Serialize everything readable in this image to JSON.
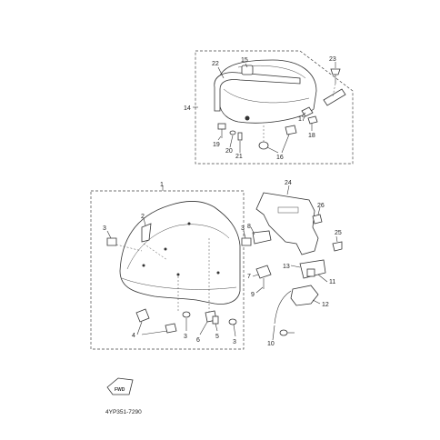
{
  "callouts": {
    "c1": "1",
    "c2": "2",
    "c3": "3",
    "c4": "4",
    "c5": "5",
    "c6": "6",
    "c7": "7",
    "c8": "8",
    "c9": "9",
    "c10": "10",
    "c11": "11",
    "c12": "12",
    "c13": "13",
    "c14": "14",
    "c15": "15",
    "c16": "16",
    "c17": "17",
    "c18": "18",
    "c19": "19",
    "c20": "20",
    "c21": "21",
    "c22": "22",
    "c23": "23",
    "c24": "24",
    "c25": "25",
    "c26": "26"
  },
  "fwd_mark": "FWD",
  "diagram_code": "4YP351-7290"
}
